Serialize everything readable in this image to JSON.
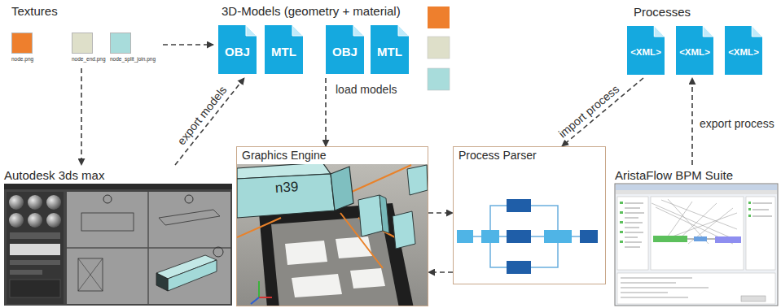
{
  "diagram": {
    "nodes": [
      {
        "text": [
          "Textures"
        ]
      },
      {
        "text": [
          "node.png"
        ],
        "in": 0
      },
      {
        "text": [
          "node_end.png"
        ],
        "in": 0
      },
      {
        "text": [
          "node_split_join.png"
        ],
        "in": 0
      },
      {
        "text": [
          "3D-Models (geometry + material)"
        ]
      },
      {
        "text": [
          "OBJ"
        ],
        "in": 4
      },
      {
        "text": [
          "MTL"
        ],
        "in": 4
      },
      {
        "text": [
          "OBJ"
        ],
        "in": 4
      },
      {
        "text": [
          "MTL"
        ],
        "in": 4
      },
      {
        "text": [
          "Processes"
        ]
      },
      {
        "text": [
          "<XML>"
        ],
        "in": 9
      },
      {
        "text": [
          "<XML>"
        ],
        "in": 9
      },
      {
        "text": [
          "<XML>"
        ],
        "in": 9
      },
      {
        "text": [
          "Graphics Engine"
        ]
      },
      {
        "text": [
          "Process Parser"
        ]
      },
      {
        "text": [
          "Autodesk 3ds max"
        ]
      },
      {
        "text": [
          "AristaFlow BPM Suite"
        ]
      }
    ],
    "edges": [
      {
        "from": 0,
        "to": 4,
        "arrow": "to"
      },
      {
        "from": 0,
        "to": 15,
        "arrow": "to"
      },
      {
        "from": 15,
        "to": 4,
        "label": "export models",
        "arrow": "to"
      },
      {
        "from": 4,
        "to": 13,
        "label": "load models",
        "arrow": "to"
      },
      {
        "from": 9,
        "to": 14,
        "label": "import process",
        "arrow": "to"
      },
      {
        "from": 16,
        "to": 9,
        "label": "export process",
        "arrow": "to"
      },
      {
        "from": 13,
        "to": 14,
        "arrow": "to"
      },
      {
        "from": 14,
        "to": 13,
        "arrow": "to"
      }
    ],
    "labels": [
      "n39"
    ]
  }
}
